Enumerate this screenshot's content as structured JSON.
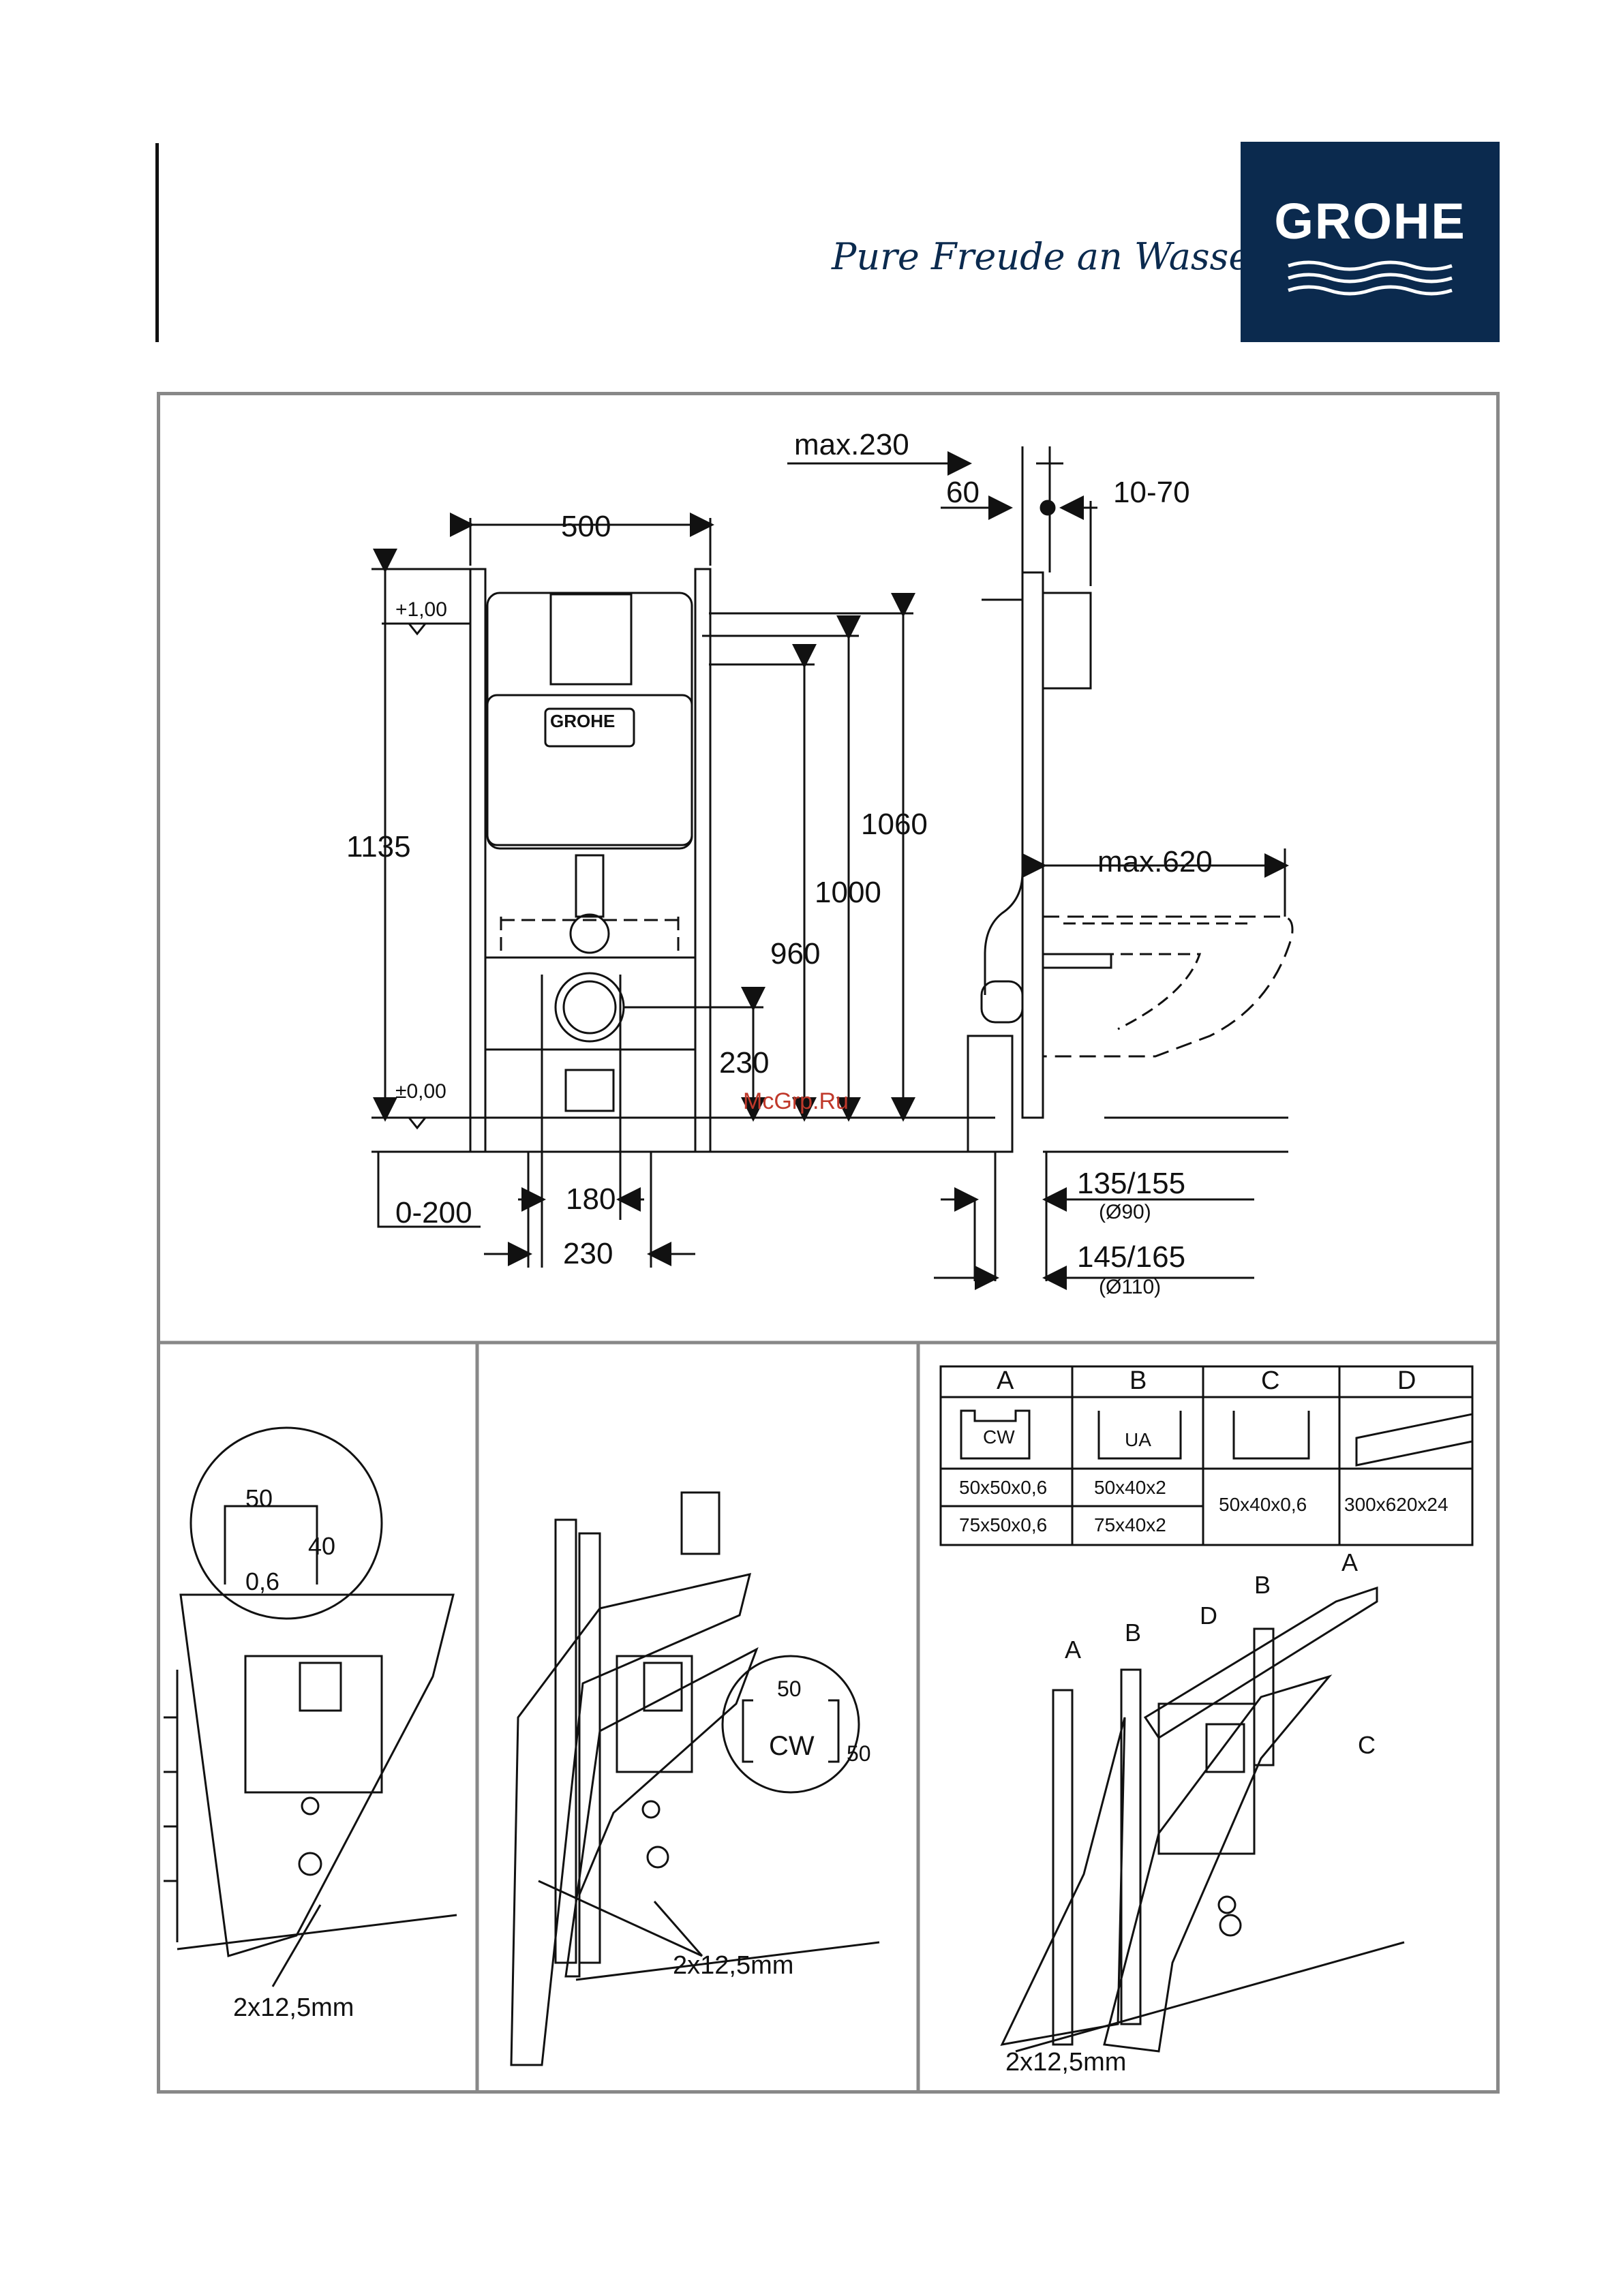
{
  "header": {
    "brand": "GROHE",
    "tagline": "Pure Freude an Wasser",
    "brand_color": "#0b2a4e"
  },
  "front_view": {
    "width": "500",
    "height_total": "1135",
    "level_top": "+1,00",
    "level_zero": "±0,00",
    "h_1060": "1060",
    "h_1000": "1000",
    "h_960": "960",
    "h_230": "230",
    "foot_range": "0-200",
    "d_180": "180",
    "d_230": "230",
    "plate_brand": "GROHE"
  },
  "side_view": {
    "max_depth": "max.230",
    "d_60": "60",
    "d_10_70": "10-70",
    "max_620": "max.620",
    "d_135_155": "135/155",
    "dia_90": "(Ø90)",
    "d_145_165": "145/165",
    "dia_110": "(Ø110)"
  },
  "watermark": "McGrp.Ru",
  "panel1": {
    "dim_50": "50",
    "dim_40": "40",
    "dim_06": "0,6",
    "board": "2x12,5mm"
  },
  "panel2": {
    "dim_50a": "50",
    "dim_50b": "50",
    "profile": "CW",
    "board": "2x12,5mm"
  },
  "panel3": {
    "table": {
      "headers": [
        "A",
        "B",
        "C",
        "D"
      ],
      "icons": [
        "CW",
        "UA",
        "",
        ""
      ],
      "row1": [
        "50x50x0,6",
        "50x40x2"
      ],
      "row2": [
        "75x50x0,6",
        "75x40x2"
      ],
      "col_c": "50x40x0,6",
      "col_d": "300x620x24"
    },
    "callouts": {
      "a1": "A",
      "b1": "B",
      "d": "D",
      "b2": "B",
      "a2": "A",
      "c": "C"
    },
    "board": "2x12,5mm"
  }
}
